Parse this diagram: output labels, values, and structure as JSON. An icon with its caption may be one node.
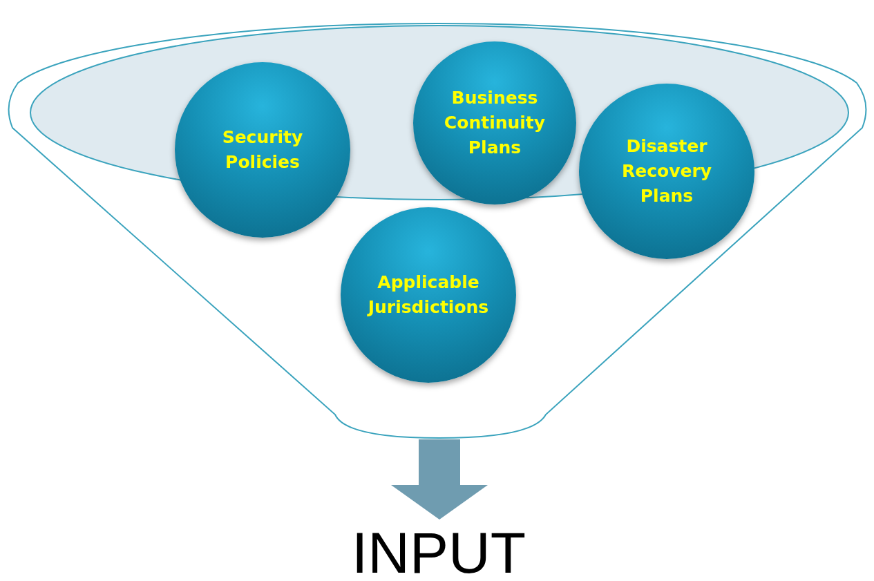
{
  "diagram": {
    "nodes": [
      {
        "text": [],
        "shape": "funnel"
      },
      {
        "text": [
          "Security Policies"
        ],
        "in": 0
      },
      {
        "text": [
          "Business Continuity Plans"
        ],
        "in": 0
      },
      {
        "text": [
          "Disaster Recovery Plans"
        ],
        "in": 0
      },
      {
        "text": [
          "Applicable Jurisdictions"
        ],
        "in": 0
      },
      {
        "text": [
          "INPUT"
        ]
      }
    ],
    "edges": [
      {
        "from": 0,
        "to": 5,
        "arrow": "to"
      }
    ]
  }
}
